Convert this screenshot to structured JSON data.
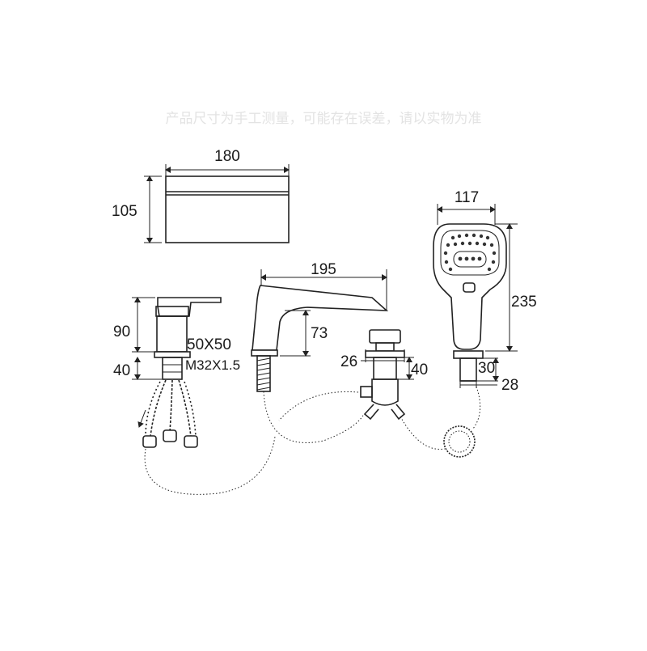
{
  "header": {
    "note": "产品尺寸为手工测量，可能存在误差，请以实物为准"
  },
  "dimensions": {
    "body_width": "180",
    "body_height": "105",
    "handshower_width": "117",
    "handshower_height": "235",
    "spout_length": "195",
    "spout_height": "73",
    "mixer_height": "90",
    "mixer_base": "50X50",
    "mixer_thread": "M32X1.5",
    "mixer_shank": "40",
    "diverter_width": "26",
    "diverter_height": "40",
    "holder_height": "30",
    "holder_diameter": "28"
  }
}
